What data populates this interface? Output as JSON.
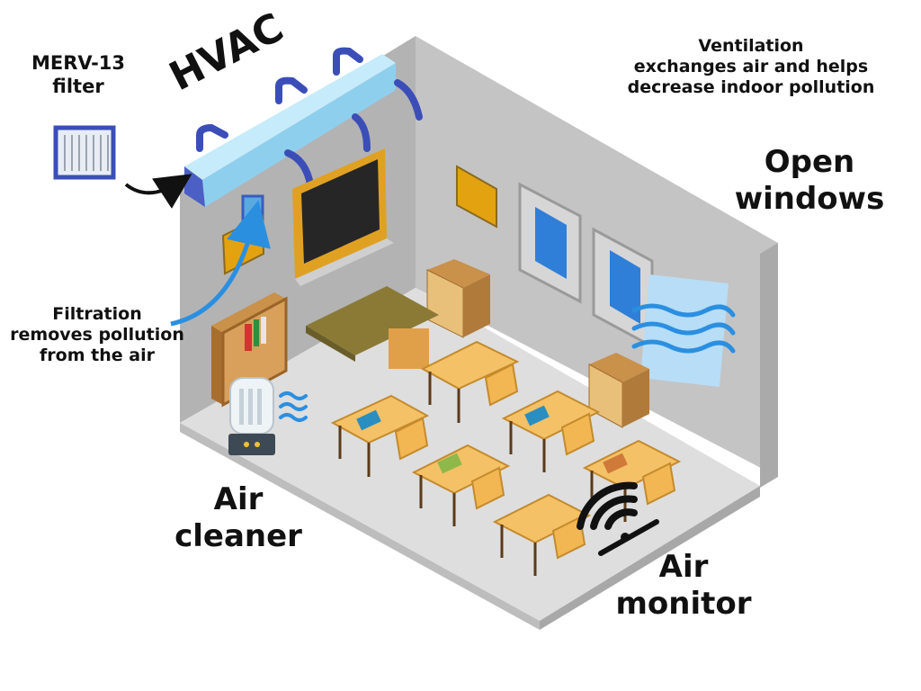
{
  "labels": {
    "merv": [
      "MERV-13",
      "filter"
    ],
    "hvac": "HVAC",
    "ventilation": [
      "Ventilation",
      "exchanges air and helps",
      "decrease indoor pollution"
    ],
    "open_windows": [
      "Open",
      "windows"
    ],
    "filtration": [
      "Filtration",
      "removes pollution",
      "from the air"
    ],
    "air_cleaner": [
      "Air",
      "cleaner"
    ],
    "air_monitor": [
      "Air",
      "monitor"
    ]
  },
  "colors": {
    "duct": "#a9dcf3",
    "duct_dark": "#4b5fc4",
    "wall": "#bdbdbd",
    "floor": "#e0e0e0",
    "desk": "#f4c166",
    "arrow_blue": "#2b8fe0",
    "window_blue": "#2f7fd8"
  }
}
